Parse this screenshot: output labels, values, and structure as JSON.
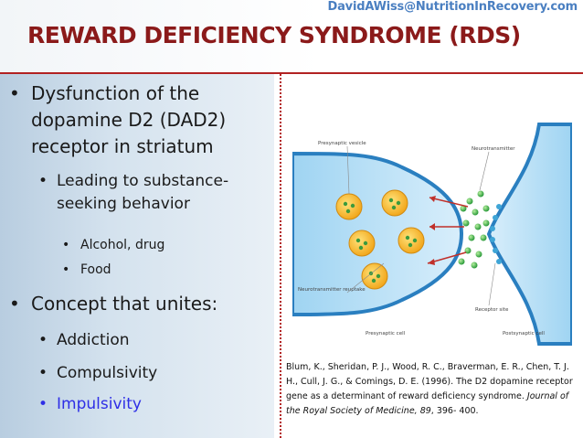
{
  "watermark": "DavidAWiss@NutritionInRecovery.com",
  "title": "REWARD DEFICIENCY SYNDROME (RDS)",
  "bullets": {
    "b1_line1": "Dysfunction of the",
    "b1_line2": "dopamine D2 (DAD2)",
    "b1_line3": "receptor in striatum",
    "b1_sub1_line1": "Leading to substance-",
    "b1_sub1_line2": "seeking behavior",
    "b1_sub1_sub1": "Alcohol, drug",
    "b1_sub1_sub2": "Food",
    "b2": "Concept that unites:",
    "b2_sub1": "Addiction",
    "b2_sub2": "Compulsivity",
    "b2_sub3": "Impulsivity"
  },
  "bullet_symbol": "•",
  "colors": {
    "title": "#8b1a1a",
    "accent": "#b22222",
    "highlight_text": "#2e2ee6",
    "watermark": "#4a7fc1"
  },
  "figure_labels": {
    "presynaptic_vesicle": "Presynaptic vesicle",
    "neurotransmitter": "Neurotransmitter",
    "neurotransmitter_reuptake": "Neurotransmitter reuptake",
    "receptor_site": "Receptor site",
    "presynaptic_cell": "Presynaptic cell",
    "postsynaptic_cell": "Postsynaptic cell"
  },
  "citation": {
    "part1": "Blum, K., Sheridan, P. J., Wood, R. C., Braverman, E. R., Chen, T. J. H., Cull, J. G., & Comings, D. E. (1996). The D2 dopamine receptor gene as a determinant of reward deficiency syndrome. ",
    "journal": "Journal of the Royal Society of Medicine, 89",
    "part2": ", 396- 400."
  }
}
